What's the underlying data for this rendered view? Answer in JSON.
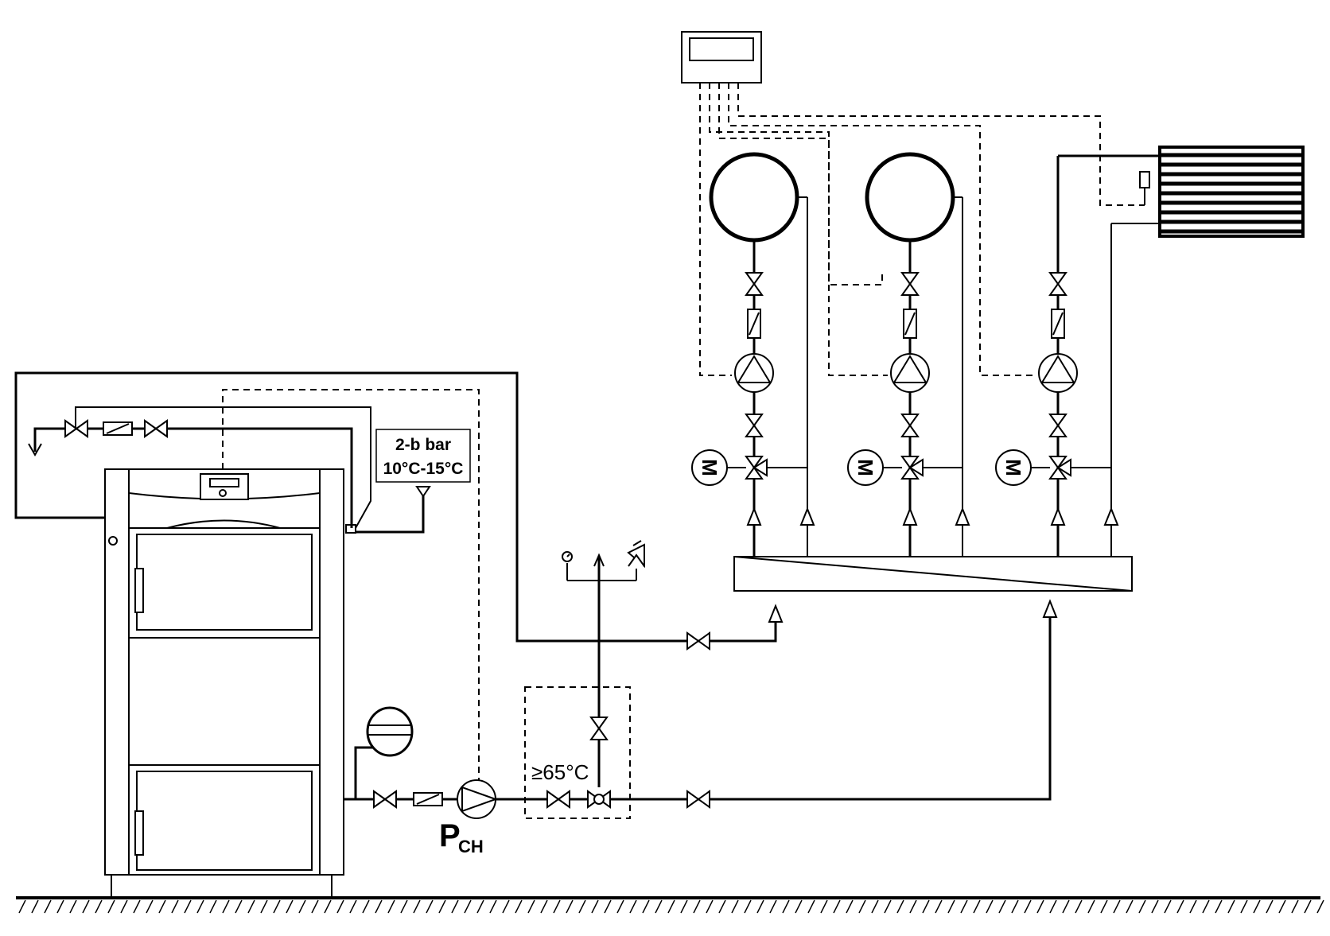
{
  "labels": {
    "pressure": "2-b bar",
    "temperature_range": "10°C-15°C",
    "min_return_temp": "≥65°C",
    "pump_main": "P",
    "pump_main_sub": "CH",
    "motor": "M"
  },
  "colors": {
    "line": "#000000",
    "background": "#ffffff"
  },
  "components": {
    "boiler": "solid-fuel-boiler",
    "controller": "heating-controller",
    "circuits": [
      "heating-circuit-1",
      "heating-circuit-2",
      "heating-circuit-3"
    ],
    "header": "hydraulic-separator",
    "expansion_vessel": "expansion-vessel",
    "radiator": "radiator-panel"
  }
}
